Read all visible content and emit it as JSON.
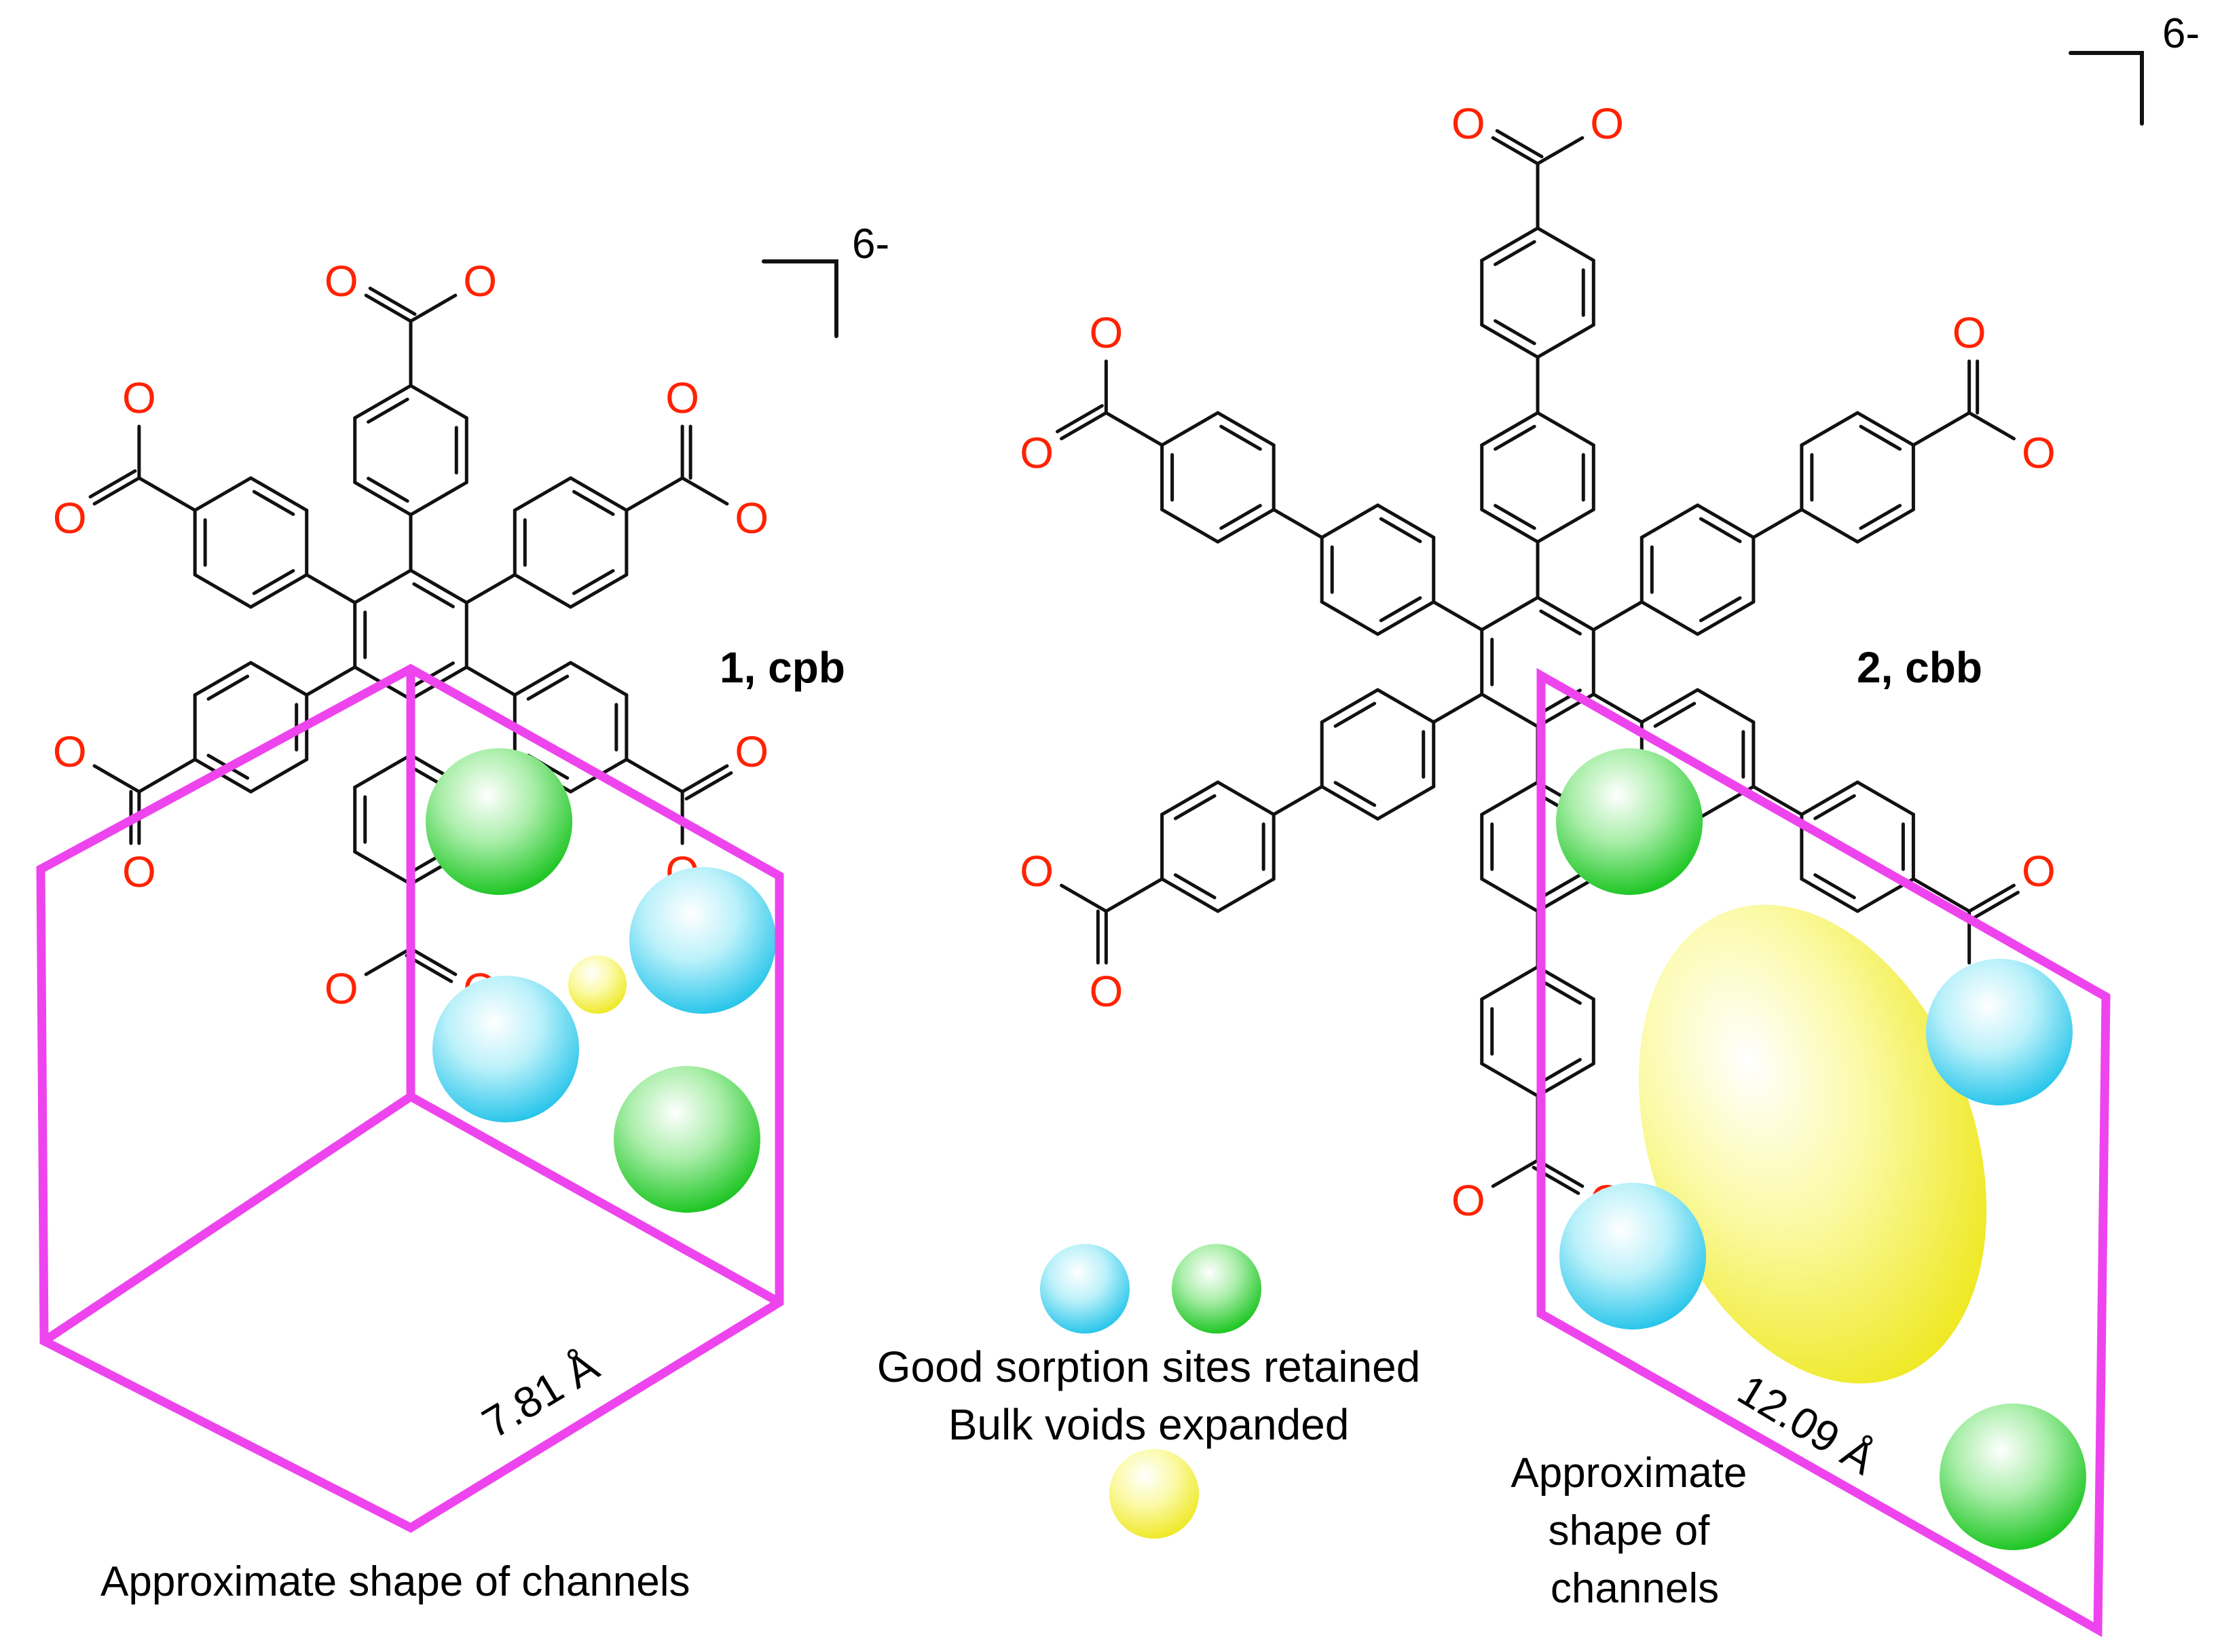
{
  "compound1": {
    "label": "1, cpb",
    "charge": "6-",
    "pore_size": "7.81 Å",
    "caption": "Approximate shape of channels"
  },
  "compound2": {
    "label": "2, cbb",
    "charge": "6-",
    "pore_size": "12.09 Å",
    "caption_lines": [
      "Approximate",
      "shape of",
      "channels"
    ]
  },
  "legend": {
    "sorption_text": "Good sorption sites retained",
    "voids_text": "Bulk voids expanded"
  },
  "atom_label": "O",
  "colors": {
    "cell_outline": "#ee44ee",
    "oxygen": "#ff2200",
    "green_site": "#22cc22",
    "cyan_site": "#33ccee",
    "yellow_void": "#eeee22"
  }
}
